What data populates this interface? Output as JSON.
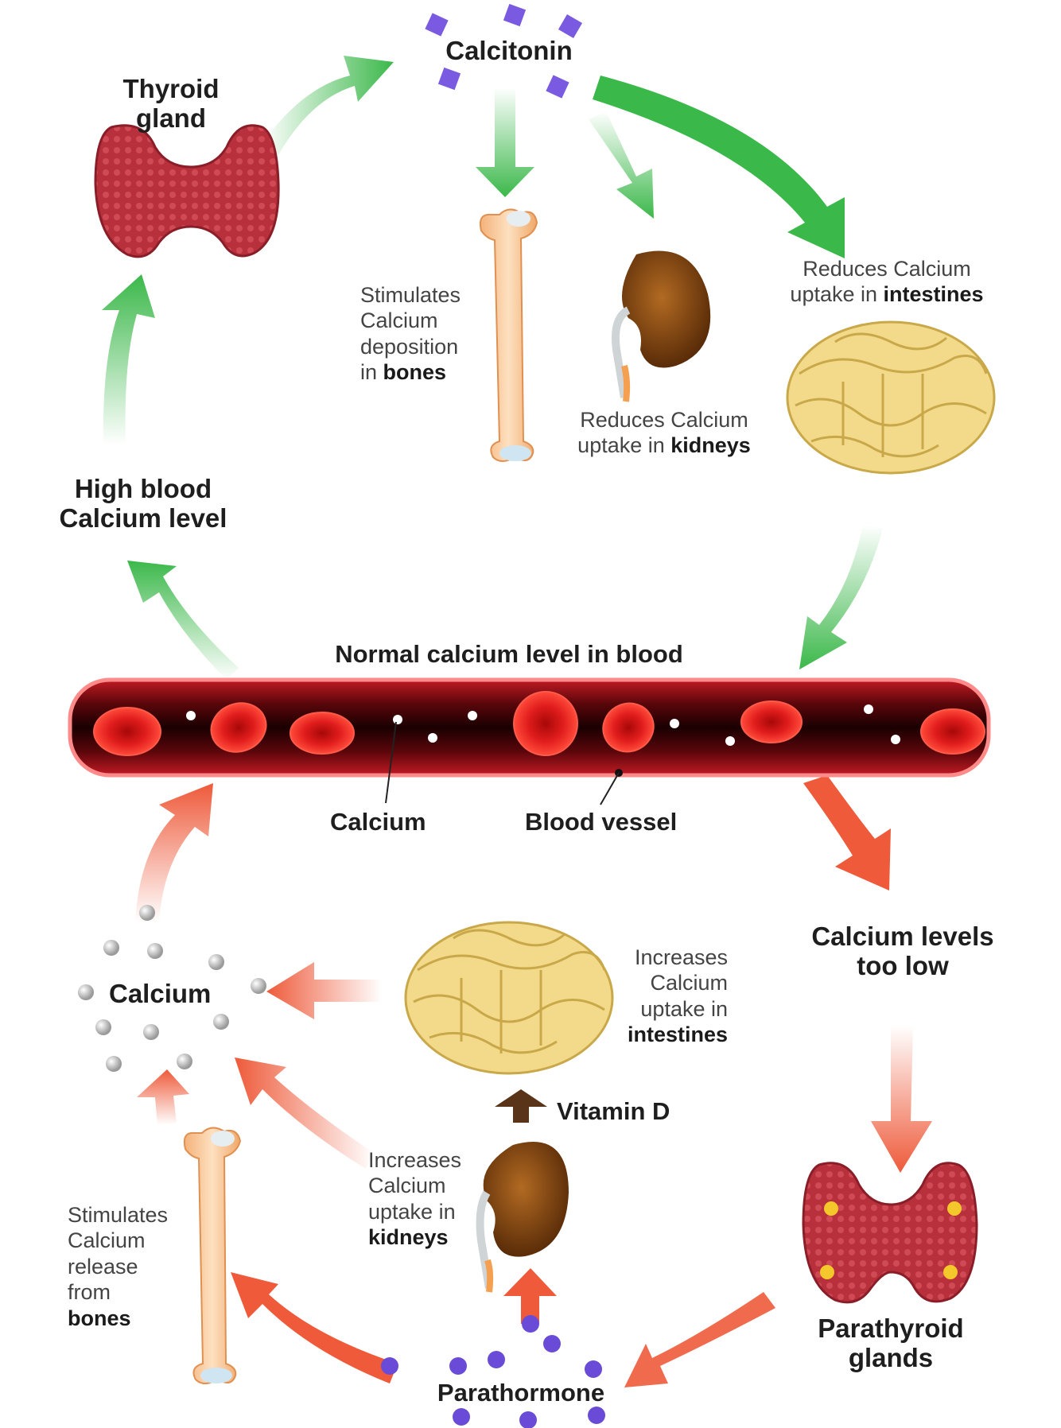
{
  "labels": {
    "calcitonin": "Calcitonin",
    "thyroid_line1": "Thyroid",
    "thyroid_line2": "gland",
    "high_line1": "High blood",
    "high_line2": "Calcium level",
    "bone_top_line1": "Stimulates",
    "bone_top_line2": "Calcium",
    "bone_top_line3": "deposition",
    "bone_top_line4_pre": "in ",
    "bone_top_line4_bold": "bones",
    "kidney_top_line1": "Reduces Calcium",
    "kidney_top_line2_pre": "uptake in ",
    "kidney_top_line2_bold": "kidneys",
    "intest_top_line1": "Reduces Calcium",
    "intest_top_line2_pre": "uptake in ",
    "intest_top_line2_bold": "intestines",
    "normal": "Normal calcium level in blood",
    "calcium_vessel": "Calcium",
    "blood_vessel": "Blood vessel",
    "low_line1": "Calcium levels",
    "low_line2": "too low",
    "calcium_pool": "Calcium",
    "intest_bot_line1": "Increases",
    "intest_bot_line2": "Calcium",
    "intest_bot_line3": "uptake in",
    "intest_bot_line4": "intestines",
    "vitamin_d": "Vitamin D",
    "kidney_bot_line1": "Increases",
    "kidney_bot_line2": "Calcium",
    "kidney_bot_line3": "uptake in",
    "kidney_bot_line4": "kidneys",
    "bone_bot_line1": "Stimulates",
    "bone_bot_line2": "Calcium",
    "bone_bot_line3": "release",
    "bone_bot_line4": "from",
    "bone_bot_line5": "bones",
    "parathyroid_line1": "Parathyroid",
    "parathyroid_line2": "glands",
    "parathormone": "Parathormone"
  },
  "colors": {
    "green_arrow": "#3bb84a",
    "red_arrow": "#ee5a3a",
    "vessel": "#6b0a0e",
    "rbc": "#d81a1a",
    "hormone_dot": "#6a4bd8",
    "bone": "#f6c89a",
    "kidney": "#8a4a12",
    "intestine": "#f3da8a",
    "thyroid": "#b8303c"
  },
  "icons": [
    "thyroid-gland-icon",
    "bone-icon",
    "kidney-icon",
    "intestine-icon",
    "blood-vessel-icon",
    "parathyroid-gland-icon",
    "red-blood-cell-icon",
    "hormone-dot-icon",
    "calcium-dot-icon"
  ]
}
